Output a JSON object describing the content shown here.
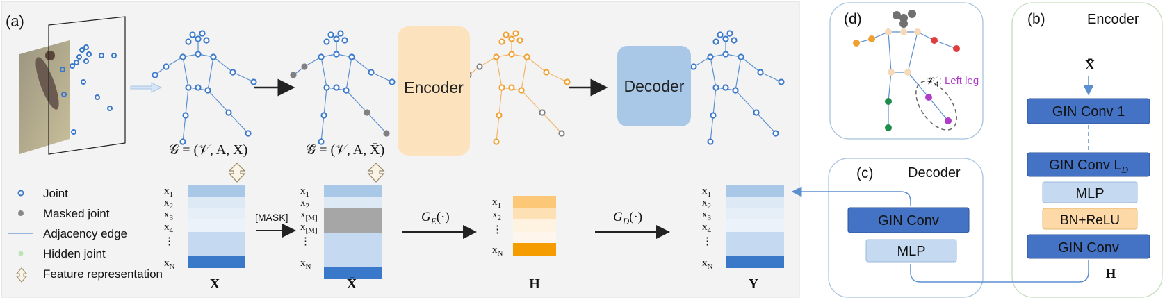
{
  "panels": {
    "a": {
      "label": "(a)"
    },
    "b": {
      "label": "(b)",
      "title": "Encoder",
      "input": "X̄",
      "blocks": [
        "GIN Conv 1",
        "GIN Conv L",
        "MLP",
        "BN+ReLU",
        "GIN Conv"
      ],
      "ld_sub": "D",
      "output": "H"
    },
    "c": {
      "label": "(c)",
      "title": "Decoder",
      "blocks": [
        "GIN Conv",
        "MLP"
      ]
    },
    "d": {
      "label": "(d)",
      "annotation_v": "𝒱",
      "annotation_sub": "4",
      "annotation_text": ": Left leg"
    }
  },
  "main": {
    "encoder_label": "Encoder",
    "decoder_label": "Decoder",
    "graph_eq": "𝒢 = (𝒱, A, X)",
    "masked_graph_eq": "𝒢̄ = (𝒱, A, X̄)",
    "mask_tag": "[MASK]",
    "ge": "G",
    "ge_sub": "E",
    "ge_arg": "(·)",
    "gd": "G",
    "gd_sub": "D",
    "gd_arg": "(·)",
    "matrix_labels": {
      "X": "X",
      "Xbar": "X̄",
      "H": "H",
      "Y": "Y"
    },
    "rows_x": [
      "x1",
      "x2",
      "x3",
      "x4",
      "⋮",
      "xN"
    ],
    "rows_xbar": [
      "x1",
      "x2",
      "x[M]",
      "x[M]",
      "⋮",
      "xN"
    ],
    "rows_h": [
      "x1",
      "x2",
      "⋮",
      "xN"
    ]
  },
  "legend": [
    {
      "icon": "joint-icon",
      "label": "Joint"
    },
    {
      "icon": "masked-joint-icon",
      "label": "Masked joint"
    },
    {
      "icon": "adjacency-edge-icon",
      "label": "Adjacency edge"
    },
    {
      "icon": "hidden-joint-icon",
      "label": "Hidden joint"
    },
    {
      "icon": "feature-representation-icon",
      "label": "Feature representation"
    }
  ],
  "colors": {
    "panel_bg": "#f3f3f3",
    "joint": "#3a78c9",
    "masked": "#7f7f7f",
    "hidden": "#f0a030",
    "encoder_box": "#fde3bd",
    "decoder_box": "#a9c8e8",
    "gin_dark": "#4472c4",
    "mlp_light": "#c5d9f1",
    "bn_orange": "#fcd9a6",
    "red": "#e03c3c",
    "green": "#1e8c4a",
    "purple": "#b03cc8"
  }
}
